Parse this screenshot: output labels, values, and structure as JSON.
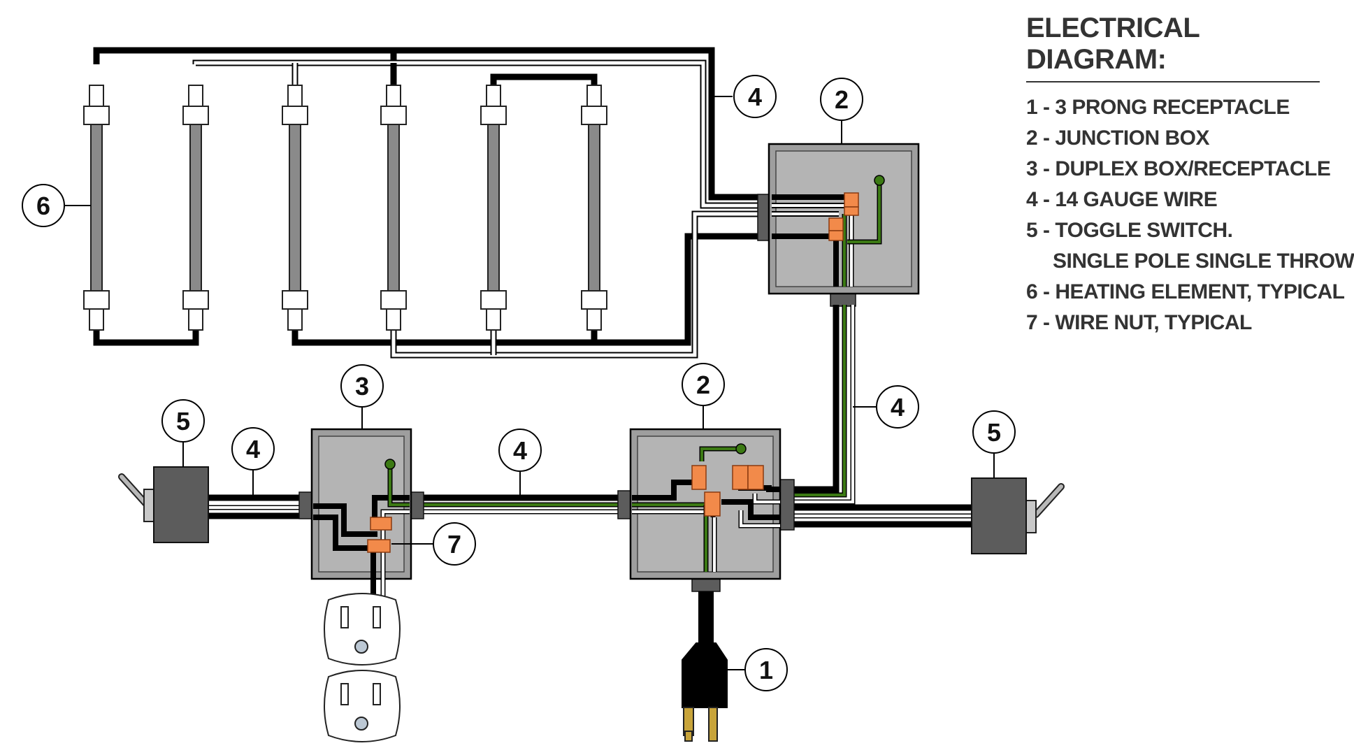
{
  "legend": {
    "title": "ELECTRICAL DIAGRAM:",
    "items": [
      {
        "text": "1 - 3 PRONG RECEPTACLE"
      },
      {
        "text": "2 - JUNCTION BOX"
      },
      {
        "text": "3 - DUPLEX BOX/RECEPTACLE"
      },
      {
        "text": "4 - 14 GAUGE WIRE"
      },
      {
        "text": "5 - TOGGLE SWITCH.",
        "continuation": "SINGLE POLE SINGLE THROW"
      },
      {
        "text": "6 - HEATING ELEMENT, TYPICAL"
      },
      {
        "text": "7 - WIRE NUT, TYPICAL"
      }
    ]
  },
  "callouts": {
    "c1": "1",
    "c2_top": "2",
    "c2_mid": "2",
    "c3": "3",
    "c4_top": "4",
    "c4_right": "4",
    "c4_left": "4",
    "c4_mid": "4",
    "c5_left": "5",
    "c5_right": "5",
    "c6": "6",
    "c7": "7"
  },
  "colors": {
    "hot_wire": "#000000",
    "neutral_wire": "#ffffff",
    "ground_wire": "#3c7a14",
    "wire_nut": "#f28a4a",
    "box": "#9e9e9e",
    "element": "#8a8a8a"
  }
}
